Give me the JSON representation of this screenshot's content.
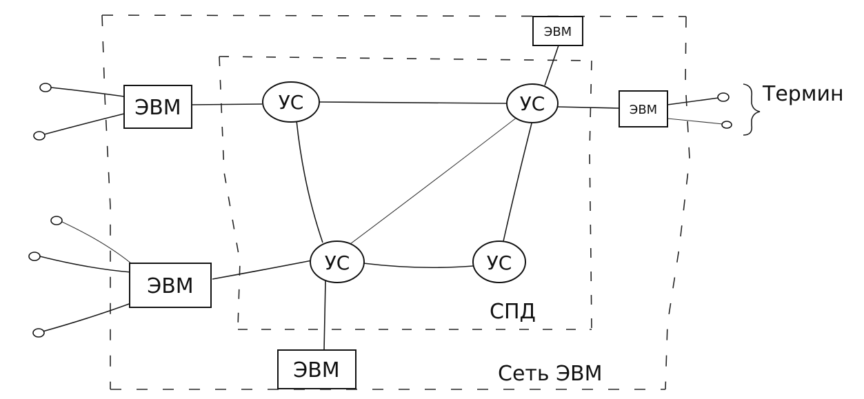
{
  "labels": {
    "computer": "ЭВМ",
    "switch_node": "УС",
    "data_network": "СПД",
    "computer_network": "Сеть ЭВМ",
    "terminals": "Термин"
  },
  "colors": {
    "ink": "#111111",
    "background": "#ffffff"
  }
}
